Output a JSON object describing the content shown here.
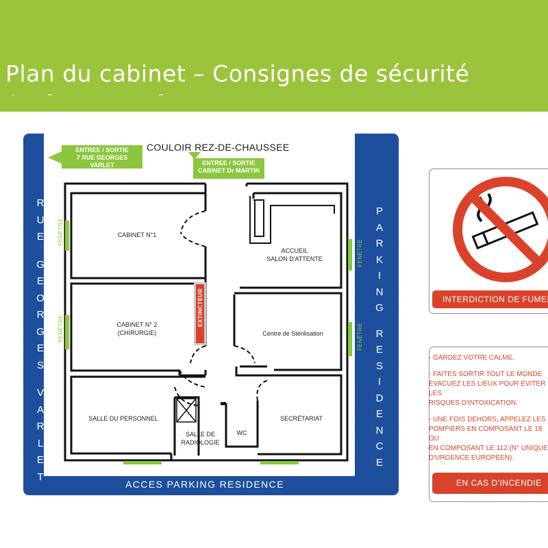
{
  "header": {
    "title": "Plan du cabinet – Consignes de sécurité",
    "background": "#9bc33c"
  },
  "plan": {
    "corridor_label": "COULOIR REZ-DE-CHAUSSEE",
    "entrance_street": "ENTREE / SORTIE\n7 RUE GEORGES VARLET",
    "entrance_cabinet": "ENTREE / SORTIE\nCABINET Dr MARTIN",
    "street_label": "RUE GEORGES VARLET",
    "parking_label": "PARKING RESIDENCE",
    "bottom_access": "ACCES PARKING RESIDENCE",
    "window_label": "FENÊTRE",
    "extinguisher_label": "EXTINCTEUR",
    "rooms": {
      "cabinet1": "CABINET N°1",
      "accueil": "ACCUEIL\nSALON D'ATTENTE",
      "cabinet2": "CABINET N° 2\n(CHIRURGIE)",
      "sterilisation": "Centre de Stérilisation",
      "personnel": "SALLE DU PERSONNEL",
      "radiologie": "SALLE DE\nRADIOLOGIE",
      "wc": "WC",
      "secretariat": "SECRÉTARIAT"
    },
    "colors": {
      "blue": "#1e4f9c",
      "green": "#8cc63f",
      "red": "#d9432b"
    }
  },
  "no_smoking": {
    "banner": "INTERDICTION DE FUMER",
    "icon": "no-smoking-icon"
  },
  "fire_rules": {
    "items": [
      "- GARDEZ VOTRE CALME.",
      "- FAITES SORTIR TOUT LE MONDE\nÉVACUEZ LES LIEUX POUR ÉVITER LES\nRISQUES D'INTOXICATION.",
      "- UNE FOIS DEHORS, APPELEZ LES\nPOMPIERS EN COMPOSANT LE 18 OU\nEN COMPOSANT LE 112 (N° UNIQUE\nD'URGENCE EUROPÉEN)."
    ],
    "banner": "EN CAS D'INCENDIE"
  }
}
